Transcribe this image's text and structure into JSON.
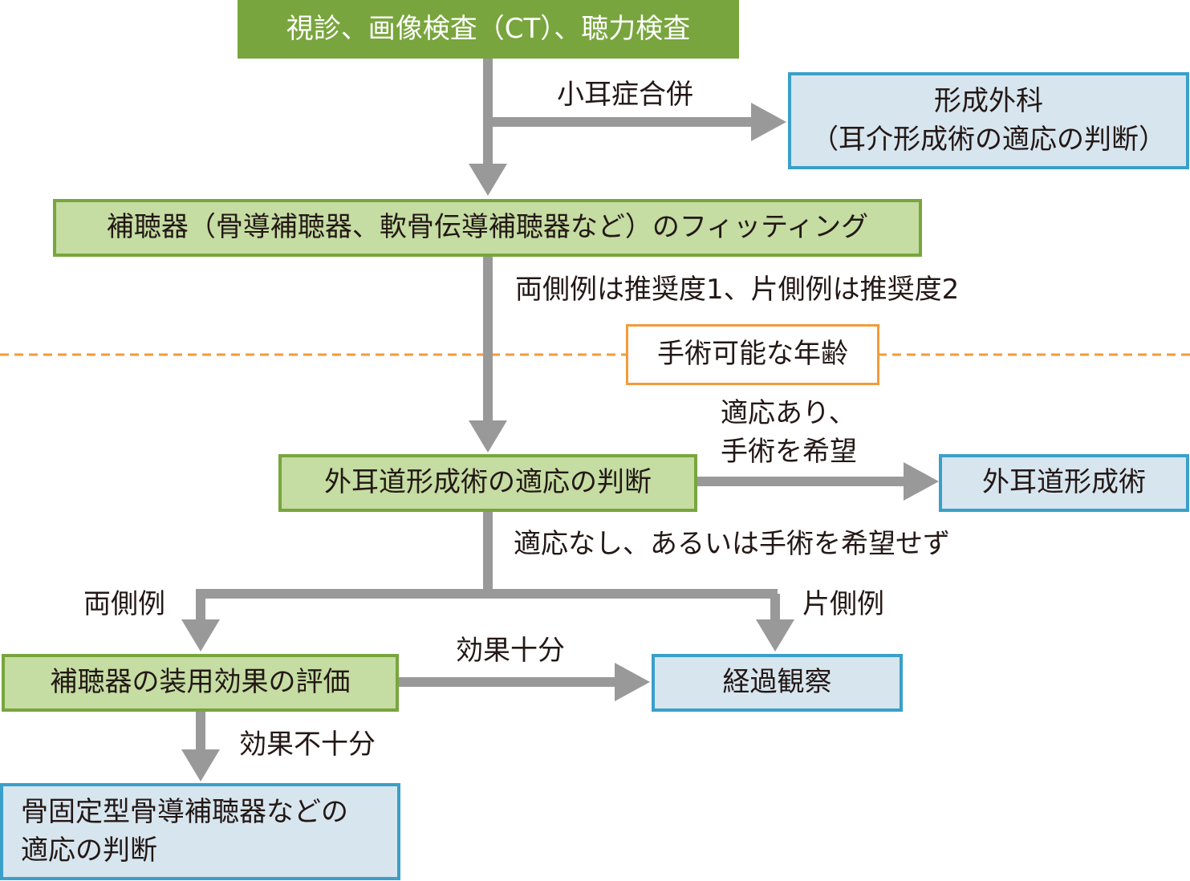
{
  "nodes": {
    "exam": "視診、画像検査（CT）、聴力検査",
    "plastic_surgery": [
      "形成外科",
      "（耳介形成術の適応の判断）"
    ],
    "hearing_aid_fitting": "補聴器（骨導補聴器、軟骨伝導補聴器など）のフィッティング",
    "surgical_age": "手術可能な年齢",
    "canal_plasty_decision": "外耳道形成術の適応の判断",
    "canal_plasty": "外耳道形成術",
    "aid_evaluation": "補聴器の装用効果の評価",
    "observation": "経過観察",
    "bone_anchored": [
      "骨固定型骨導補聴器などの",
      "適応の判断"
    ]
  },
  "edge_labels": {
    "microtia": "小耳症合併",
    "recommendation": "両側例は推奨度1、片側例は推奨度2",
    "indicated": [
      "適応あり、",
      "手術を希望"
    ],
    "not_indicated": "適応なし、あるいは手術を希望せず",
    "bilateral": "両側例",
    "unilateral": "片側例",
    "effective": "効果十分",
    "ineffective": "効果不十分"
  },
  "colors": {
    "connector": "#999999",
    "green_fill": "#c5dca2",
    "green_border": "#78a53d",
    "blue_fill": "#d7e5ee",
    "blue_border": "#3a9fc9",
    "divider": "#f39b3b"
  }
}
